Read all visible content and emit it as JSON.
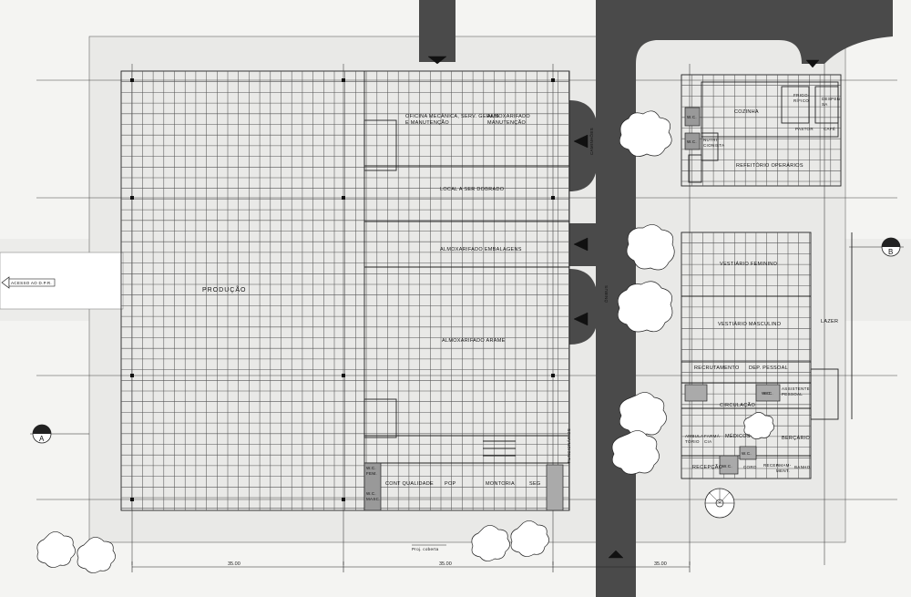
{
  "colors": {
    "paper": "#f4f4f2",
    "site": "#e9e9e7",
    "road": "#4a4a4a",
    "line": "#222222",
    "tree_fill": "#ffffff"
  },
  "rooms": {
    "producao": "PRODUÇÃO",
    "oficina_1": "OFICINA MECÂNICA, SERV. GERAIS",
    "oficina_2": "E MANUTENÇÃO",
    "almox_manut_1": "ALMOXARIFADO",
    "almox_manut_2": "MANUTENÇÃO",
    "local_dobrar": "LOCAL A SER DOBRADO",
    "almox_embal": "ALMOXARIFADO EMBALAGENS",
    "almox_arame": "ALMOXARIFADO ARAME",
    "cont_qualidade": "CONT QUALIDADE",
    "pop": "POP",
    "montoria": "MONTORIA",
    "seg": "SEG",
    "wc_fem_1": "W.C.",
    "wc_fem_2": "FEM.",
    "wc_masc_1": "W.C.",
    "wc_masc_2": "MASC.",
    "cozinha": "COZINHA",
    "frigorifico_1": "FRIGO-",
    "frigorifico_2": "RÍFICO",
    "despensa_1": "DESPEN-",
    "despensa_2": "SA",
    "pastor": "PASTOR",
    "cafe": "CAFÉ",
    "nutricionista_1": "NUTRI-",
    "nutricionista_2": "CIONISTA",
    "refeitorio": "REFEITÓRIO OPERÁRIOS",
    "wc_a": "W.C.",
    "wc_b": "W.C.",
    "vestiario_fem": "VESTIÁRIO FEMININO",
    "vestiario_masc": "VESTIÁRIO MASCULINO",
    "lazer": "LAZER",
    "recrutamento": "RECRUTAMENTO",
    "dep_pessoal": "DEP. PESSOAL",
    "assistente_1": "ASSISTENTE",
    "assistente_2": "PESSOAL",
    "circulacao": "CIRCULAÇÃO",
    "wc_c": "W.C.",
    "ambulatorio_1": "AMBULA-",
    "ambulatorio_2": "TÓRIO",
    "farmacia_1": "FARMÁ-",
    "farmacia_2": "CIA",
    "medicos": "MÉDICOS",
    "bercario": "BERÇÁRIO",
    "recepcao": "RECEPÇÃO",
    "wc_d": "W.C.",
    "wc_e": "W.C.",
    "wc_f": "W.C.",
    "coro": "CORO",
    "recep_amament_1": "RECEP.",
    "recep_amament_2": "AMAM-",
    "recep_amament_3": "MENT.",
    "banho": "BANHO"
  },
  "annotations": {
    "acesso": "ACESSO AO D.P.R.",
    "proj_coberta": "Proj. coberta",
    "funcionarios": "FUNCIONÁRIOS",
    "caminhoes": "CAMINHÕES",
    "onibus": "ÔNIBUS"
  },
  "section_markers": {
    "a": "A",
    "b": "B"
  },
  "dimensions": {
    "d1": "35.00",
    "d2": "35.00",
    "d3": "35.00"
  }
}
